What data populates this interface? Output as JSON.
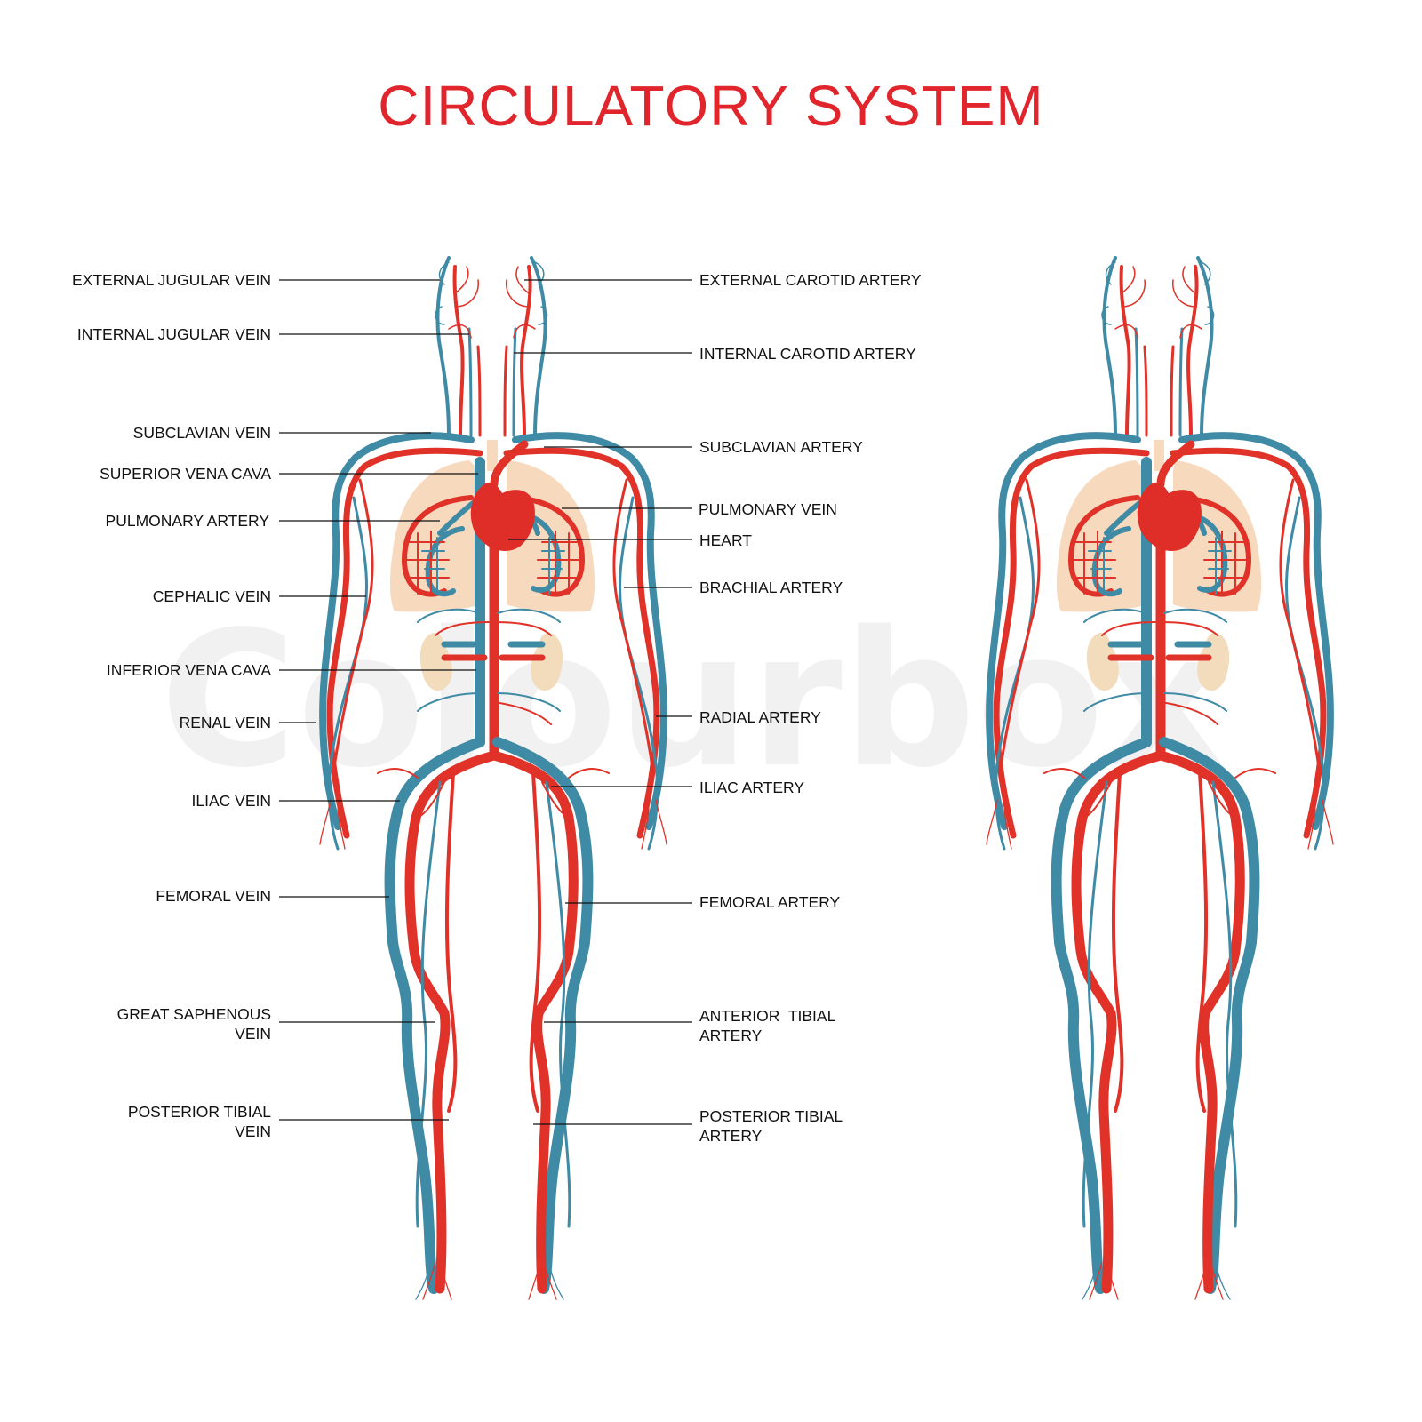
{
  "title": "CIRCULATORY SYSTEM",
  "watermark": "Colourbox",
  "colors": {
    "artery": "#e03228",
    "vein": "#3f8aa4",
    "lung": "#f7d9be",
    "title": "#e0262c"
  },
  "labels_left": [
    {
      "lines": [
        "EXTERNAL JUGULAR VEIN"
      ]
    },
    {
      "lines": [
        "INTERNAL JUGULAR VEIN"
      ]
    },
    {
      "lines": [
        "SUBCLAVIAN VEIN"
      ]
    },
    {
      "lines": [
        "SUPERIOR VENA CAVA"
      ]
    },
    {
      "lines": [
        "PULMONARY ARTERY"
      ]
    },
    {
      "lines": [
        "CEPHALIC VEIN"
      ]
    },
    {
      "lines": [
        "INFERIOR VENA CAVA"
      ]
    },
    {
      "lines": [
        "RENAL VEIN"
      ]
    },
    {
      "lines": [
        "ILIAC VEIN"
      ]
    },
    {
      "lines": [
        "FEMORAL VEIN"
      ]
    },
    {
      "lines": [
        "GREAT SAPHENOUS",
        "VEIN"
      ]
    },
    {
      "lines": [
        "POSTERIOR TIBIAL",
        "VEIN"
      ]
    }
  ],
  "labels_right": [
    {
      "lines": [
        "EXTERNAL CAROTID ARTERY"
      ]
    },
    {
      "lines": [
        "INTERNAL CAROTID ARTERY"
      ]
    },
    {
      "lines": [
        "SUBCLAVIAN ARTERY"
      ]
    },
    {
      "lines": [
        "PULMONARY VEIN"
      ]
    },
    {
      "lines": [
        "HEART"
      ]
    },
    {
      "lines": [
        "BRACHIAL ARTERY"
      ]
    },
    {
      "lines": [
        "RADIAL ARTERY"
      ]
    },
    {
      "lines": [
        "ILIAC ARTERY"
      ]
    },
    {
      "lines": [
        "FEMORAL ARTERY"
      ]
    },
    {
      "lines": [
        "ANTERIOR  TIBIAL",
        "ARTERY"
      ]
    },
    {
      "lines": [
        "POSTERIOR TIBIAL",
        "ARTERY"
      ]
    }
  ]
}
